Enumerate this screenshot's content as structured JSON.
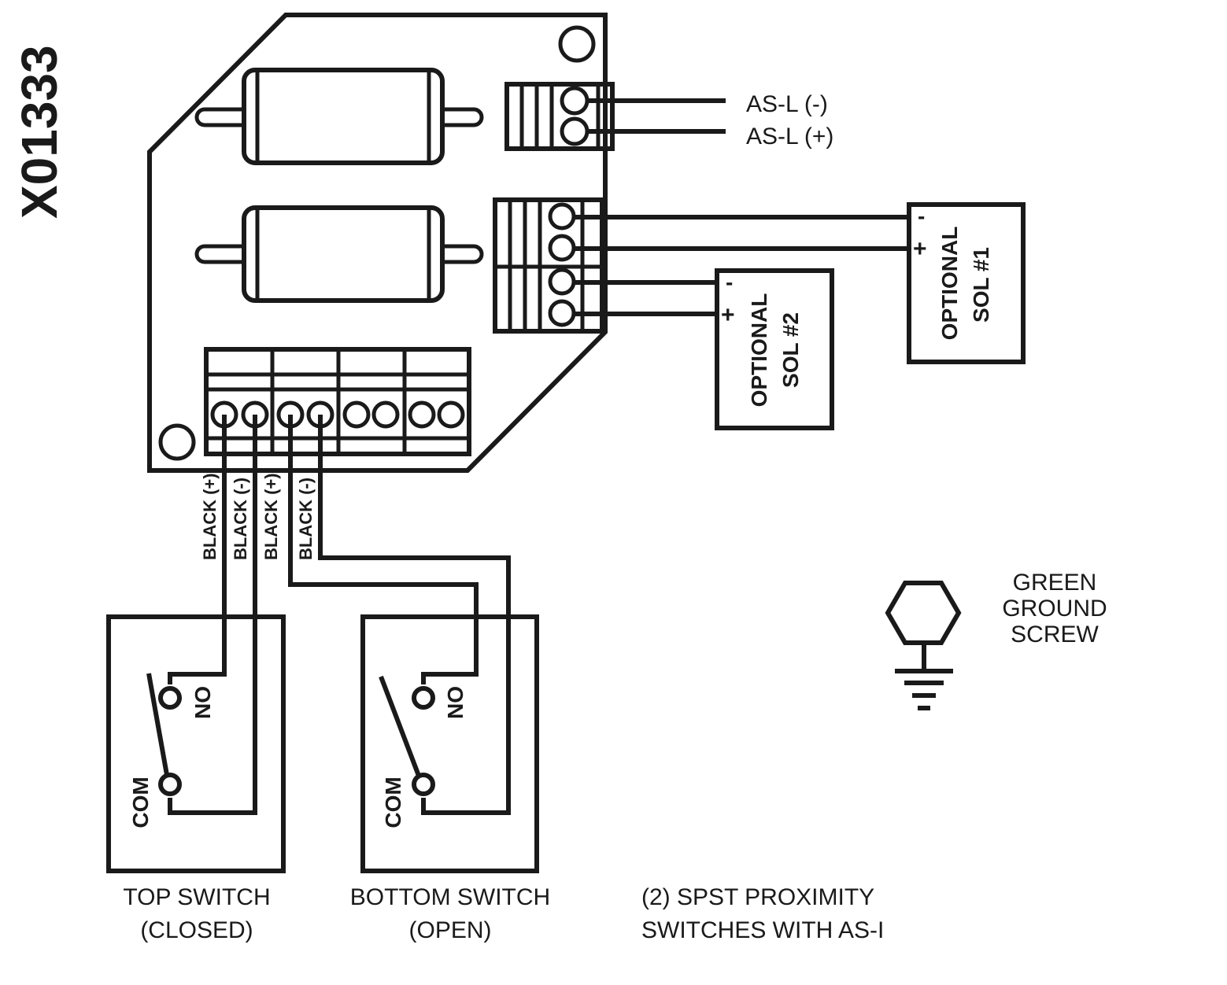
{
  "drawing_id": "X01333",
  "as_labels": {
    "neg": "AS-L (-)",
    "pos": "AS-L (+)"
  },
  "sol1": {
    "line1": "OPTIONAL",
    "line2": "SOL #1",
    "minus": "-",
    "plus": "+"
  },
  "sol2": {
    "line1": "OPTIONAL",
    "line2": "SOL #2",
    "minus": "-",
    "plus": "+"
  },
  "wires": [
    "BLACK (+)",
    "BLACK (-)",
    "BLACK (+)",
    "BLACK (-)"
  ],
  "top_switch": {
    "no": "NO",
    "com": "COM",
    "line1": "TOP SWITCH",
    "line2": "(CLOSED)"
  },
  "bottom_switch": {
    "no": "NO",
    "com": "COM",
    "line1": "BOTTOM SWITCH",
    "line2": "(OPEN)"
  },
  "note": {
    "line1": "(2) SPST PROXIMITY",
    "line2": "SWITCHES WITH AS-I"
  },
  "ground": {
    "line1": "GREEN",
    "line2": "GROUND",
    "line3": "SCREW"
  }
}
